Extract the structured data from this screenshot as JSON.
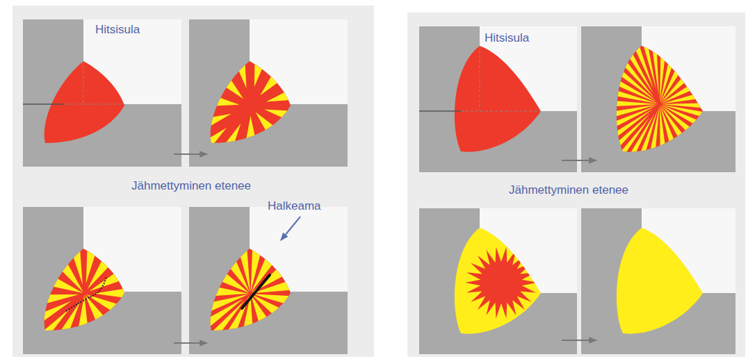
{
  "diagram": {
    "labels": [
      "Hitsisula",
      "Jähmettyminen etenee",
      "Halkeama",
      "Hitsisula",
      "Jähmettyminen etenee"
    ]
  }
}
